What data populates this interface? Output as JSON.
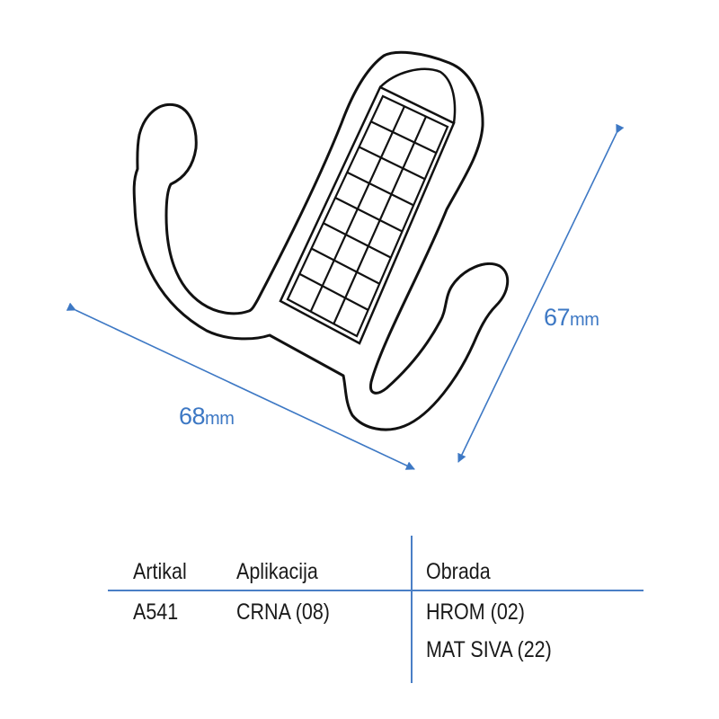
{
  "dimensions": {
    "width": {
      "value": "68",
      "unit": "mm"
    },
    "height": {
      "value": "67",
      "unit": "mm"
    }
  },
  "table": {
    "headers": {
      "artikal": "Artikal",
      "aplikacija": "Aplikacija",
      "obrada": "Obrada"
    },
    "row": {
      "artikal": "A541",
      "aplikacija": "CRNA (08)",
      "obrada": [
        "HROM (02)",
        "MAT SIVA (22)"
      ]
    }
  },
  "colors": {
    "dimension": "#3d78c4",
    "outline": "#111111"
  }
}
